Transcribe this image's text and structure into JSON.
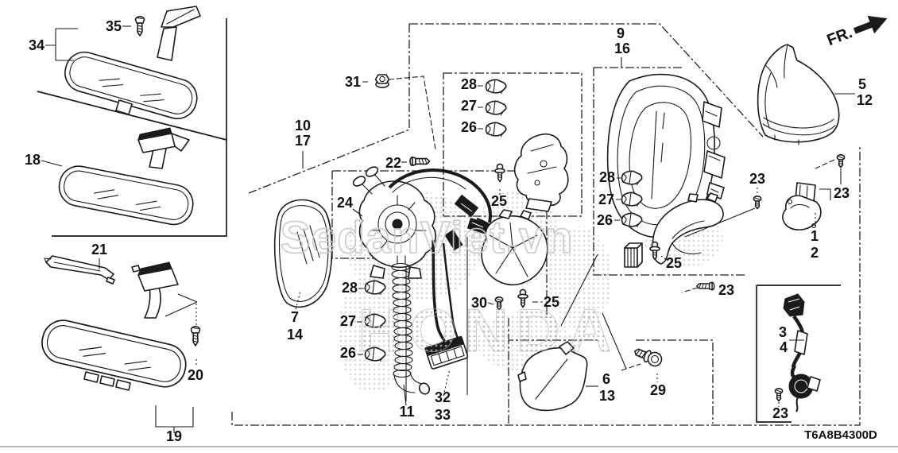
{
  "diagram": {
    "part_code": "T6A8B4300D",
    "direction_label": "FR.",
    "watermark_primary": "SedanViet.vn",
    "watermark_secondary": "HONDA",
    "colors": {
      "line": "#1a1a1a",
      "background": "#ffffff",
      "watermark_outline": "#c9c9c9",
      "halftone": "#b4b4b4"
    }
  },
  "labels": [
    "35",
    "34",
    "18",
    "21",
    "20",
    "19",
    "10",
    "17",
    "31",
    "22",
    "24",
    "28",
    "27",
    "26",
    "25",
    "7",
    "14",
    "28",
    "27",
    "26",
    "30",
    "25",
    "11",
    "32",
    "33",
    "6",
    "13",
    "29",
    "9",
    "16",
    "28",
    "27",
    "26",
    "25",
    "23",
    "23",
    "1",
    "2",
    "5",
    "12",
    "23",
    "3",
    "4",
    "23"
  ]
}
